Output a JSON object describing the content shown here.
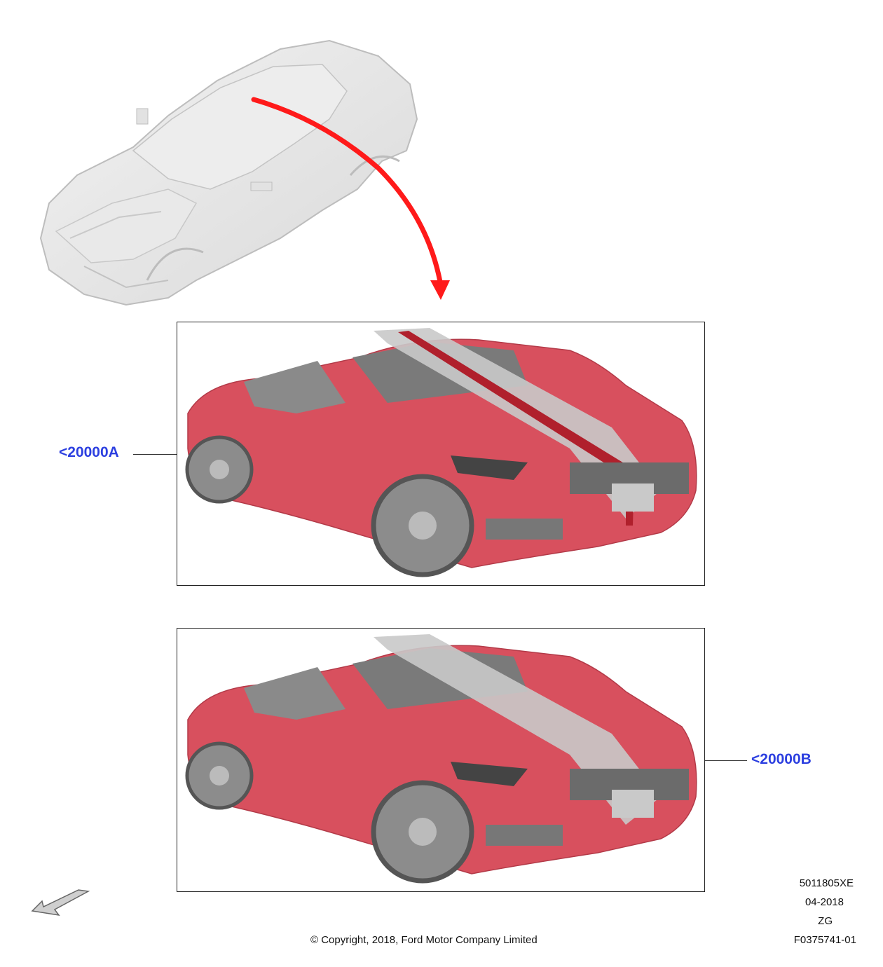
{
  "callouts": {
    "a": "<20000A",
    "b": "<20000B"
  },
  "illustration_codes": {
    "code": "5011805XE",
    "date": "04-2018",
    "variant": "ZG",
    "figure": "F0375741-01"
  },
  "copyright": "© Copyright, 2018, Ford Motor Company Limited",
  "colors": {
    "body_red": "#d8505e",
    "arrow_red": "#ff1a1a",
    "callout_blue": "#2c3fe0",
    "stripe_silver": "#c9c9c9",
    "ghost_grey": "#e6e6e6"
  },
  "icons": [
    "ghost-car-body-icon",
    "pointer-arrow-icon",
    "car-with-stripes-icon",
    "orientation-arrow-icon"
  ]
}
